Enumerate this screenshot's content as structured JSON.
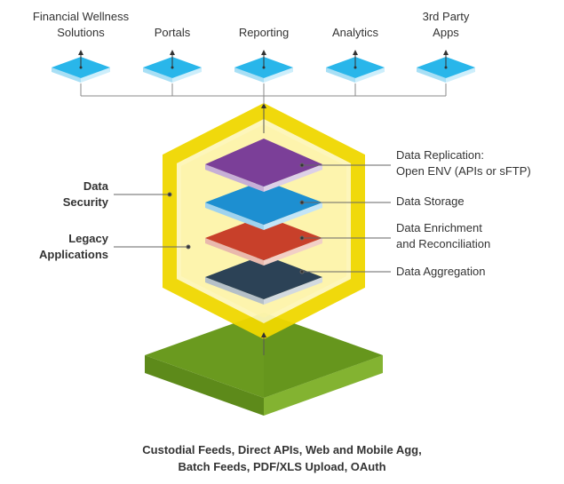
{
  "top_apps": [
    {
      "line1": "Financial Wellness",
      "line2": "Solutions"
    },
    {
      "line1": "",
      "line2": "Portals"
    },
    {
      "line1": "",
      "line2": "Reporting"
    },
    {
      "line1": "",
      "line2": "Analytics"
    },
    {
      "line1": "3rd Party",
      "line2": "Apps"
    }
  ],
  "left_labels": [
    {
      "line1": "Data",
      "line2": "Security"
    },
    {
      "line1": "Legacy",
      "line2": "Applications"
    }
  ],
  "layers": [
    {
      "line1": "Data Replication:",
      "line2": "Open ENV (APIs or sFTP)",
      "color": "#7b3f98"
    },
    {
      "line1": "Data Storage",
      "line2": "",
      "color": "#1d8fd1"
    },
    {
      "line1": "Data Enrichment",
      "line2": "and Reconciliation",
      "color": "#c8402a"
    },
    {
      "line1": "Data Aggregation",
      "line2": "",
      "color": "#2c4256"
    }
  ],
  "base": {
    "line1": "Custodial Feeds, Direct APIs, Web and Mobile Agg,",
    "line2": "Batch Feeds, PDF/XLS Upload, OAuth",
    "color": "#6a9a1f"
  },
  "colors": {
    "tile": "#29b6ea",
    "hexagon_border": "#f0d800",
    "hexagon_fill": "#fdf6b8",
    "connector": "#555555"
  }
}
